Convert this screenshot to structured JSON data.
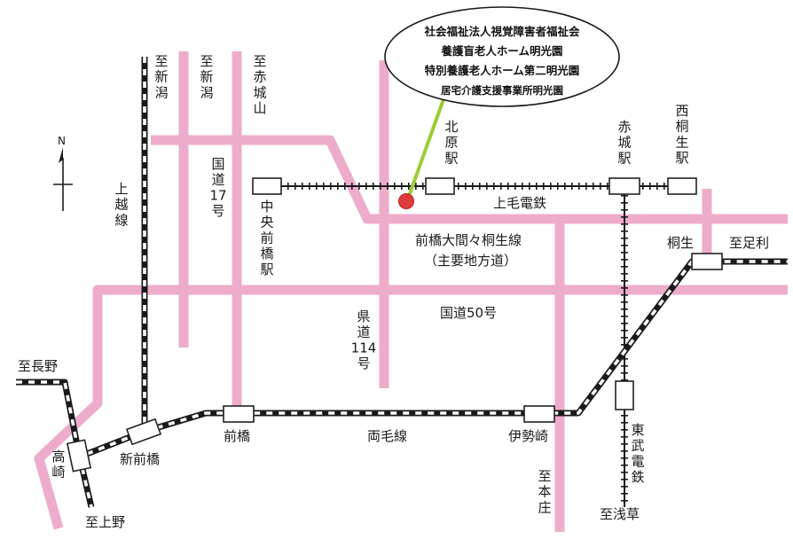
{
  "callout": {
    "lines": [
      "社会福祉法人視覚障害者福祉会",
      "養護盲老人ホーム明光園",
      "特別養護老人ホーム第二明光園",
      "居宅介護支援事業所明光園"
    ]
  },
  "compass": {
    "label": "N"
  },
  "labels": {
    "to_niigata_1": "至新潟",
    "to_niigata_2": "至新潟",
    "to_akagiyama": "至赤城山",
    "joetsu_line": "上越線",
    "route17": "国道17号",
    "chuo_maebashi": "中央前橋駅",
    "kitahara": "北原駅",
    "akagi": "赤城駅",
    "nishikiryu": "西桐生駅",
    "jomo_dentetsu": "上毛電鉄",
    "main_road": "前橋大間々桐生線",
    "main_road_sub": "（主要地方道）",
    "kiryu": "桐生",
    "to_ashikaga": "至足利",
    "route50": "国道50号",
    "route114": "県道114号",
    "to_nagano": "至長野",
    "takasaki": "高崎",
    "shinmaebashi": "新前橋",
    "maebashi": "前橋",
    "ryomo_line": "両毛線",
    "isesaki": "伊勢崎",
    "tobu": "東武電鉄",
    "to_honjo": "至本庄",
    "to_ueno": "至上野",
    "to_asakusa": "至浅草"
  },
  "colors": {
    "road": "#eeaccb",
    "rail": "#1a1a1a",
    "marker": "#e03b3b",
    "leader": "#9acd32"
  }
}
